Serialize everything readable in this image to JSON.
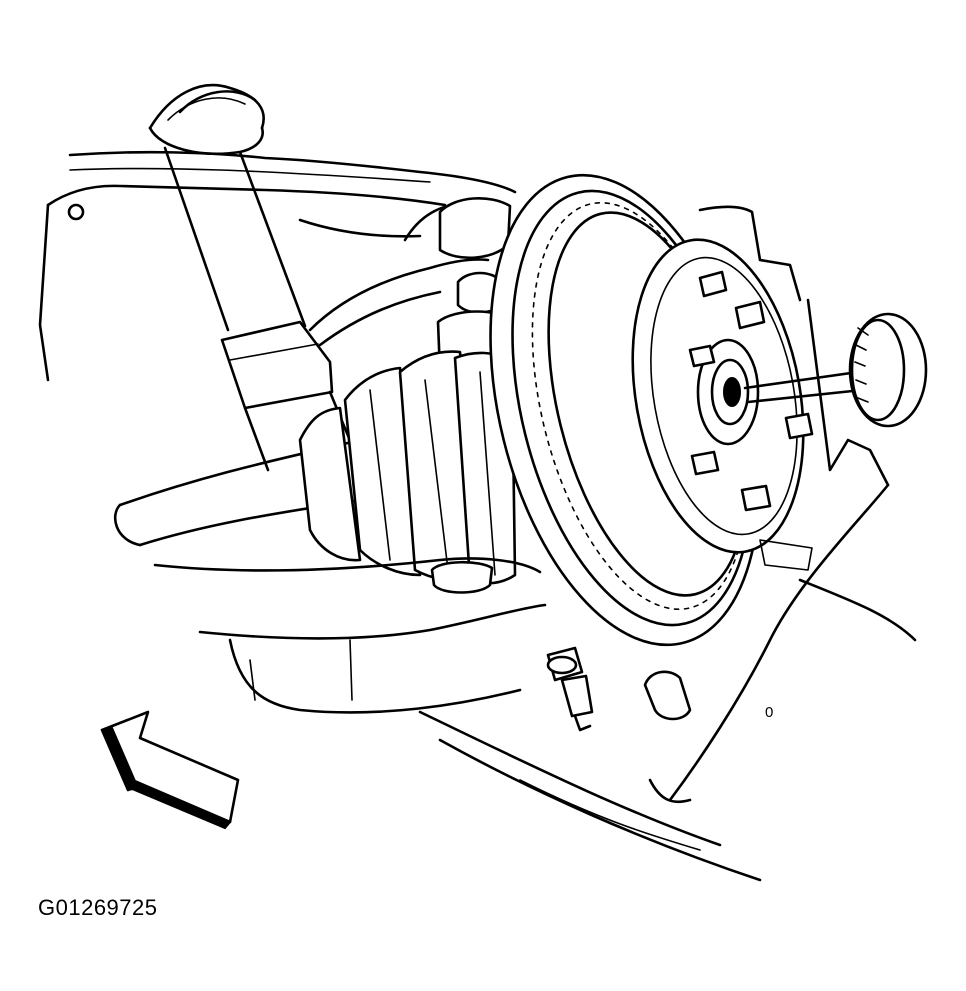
{
  "figure": {
    "id": "G01269725",
    "callout": "0"
  },
  "colors": {
    "line": "#000000",
    "background": "#ffffff"
  },
  "parts": [
    "shock-absorber",
    "upper-control-arm",
    "upper-ball-joint",
    "drive-axle-boot",
    "lower-control-arm",
    "lower-ball-joint-stud",
    "brake-rotor",
    "wheel-hub",
    "wheel-studs",
    "hub-cap",
    "steering-knuckle",
    "direction-arrow-icon"
  ]
}
